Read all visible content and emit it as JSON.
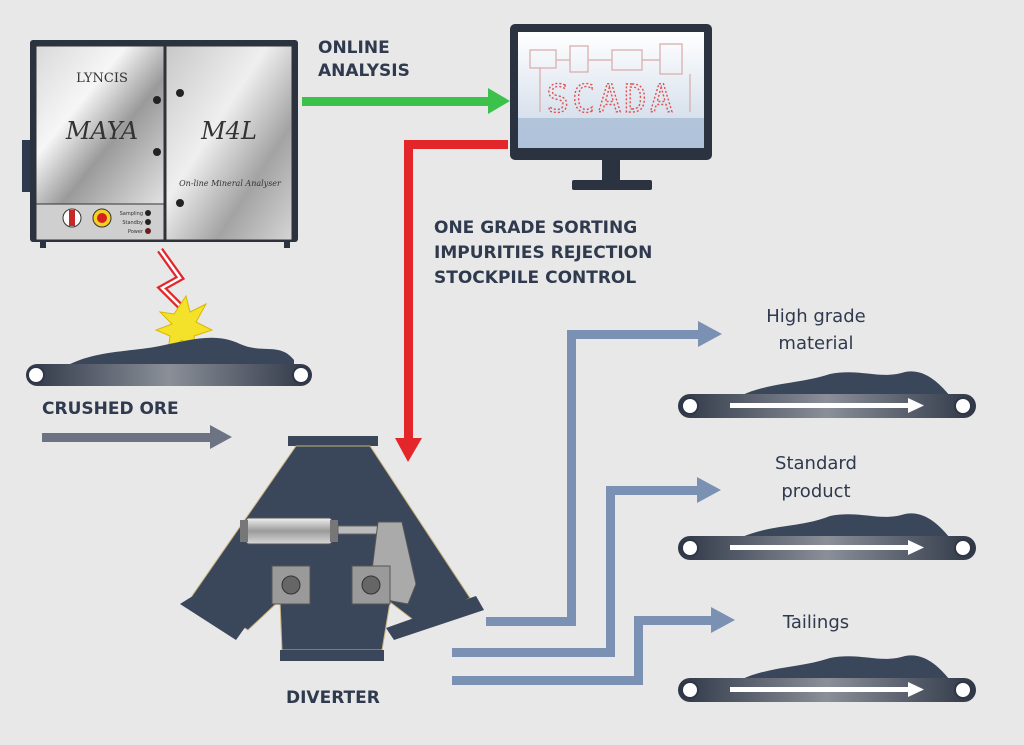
{
  "analyser": {
    "brand": "LYNCIS",
    "model_left": "MAYA",
    "model_right": "M4L",
    "subtitle": "On-line Mineral Analyser",
    "indicators": [
      "Sampling",
      "Standby",
      "Power"
    ]
  },
  "scada": {
    "screen_text": "SCADA"
  },
  "labels": {
    "online_analysis": [
      "ONLINE",
      "ANALYSIS"
    ],
    "control_functions": [
      "ONE GRADE SORTING",
      "IMPURITIES REJECTION",
      "STOCKPILE CONTROL"
    ],
    "crushed_ore": "CRUSHED ORE",
    "diverter": "DIVERTER",
    "outputs": [
      [
        "High grade",
        "material"
      ],
      [
        "Standard",
        "product"
      ],
      [
        "Tailings"
      ]
    ]
  },
  "colors": {
    "background": "#e9e8e8",
    "dark": "#3a4659",
    "arrow_green": "#3cc24a",
    "arrow_red": "#e3262a",
    "flow_blue": "#7b91b3",
    "ore_arrow": "#6c7484",
    "spark": "#f4e12a"
  }
}
